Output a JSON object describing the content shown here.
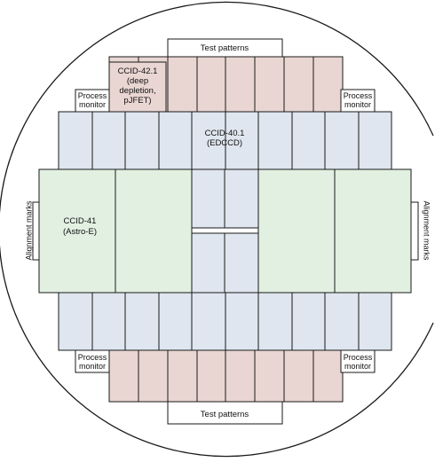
{
  "colors": {
    "outline": "#1a1a1a",
    "blue": "#dfe6ef",
    "pink": "#e9d6d2",
    "green": "#e1f0e1",
    "white": "#ffffff"
  },
  "labels": {
    "test_patterns_top": "Test patterns",
    "test_patterns_bottom": "Test patterns",
    "ccid42": [
      "CCID-42.1",
      "(deep",
      "depletion,",
      "pJFET)"
    ],
    "ccid40": [
      "CCID-40.1",
      "(EDCCD)"
    ],
    "ccid41": [
      "CCID-41",
      "(Astro-E)"
    ],
    "process_monitor": [
      "Process",
      "monitor"
    ],
    "alignment_marks_left": "Alignment marks",
    "alignment_marks_right": "Alignment marks"
  }
}
